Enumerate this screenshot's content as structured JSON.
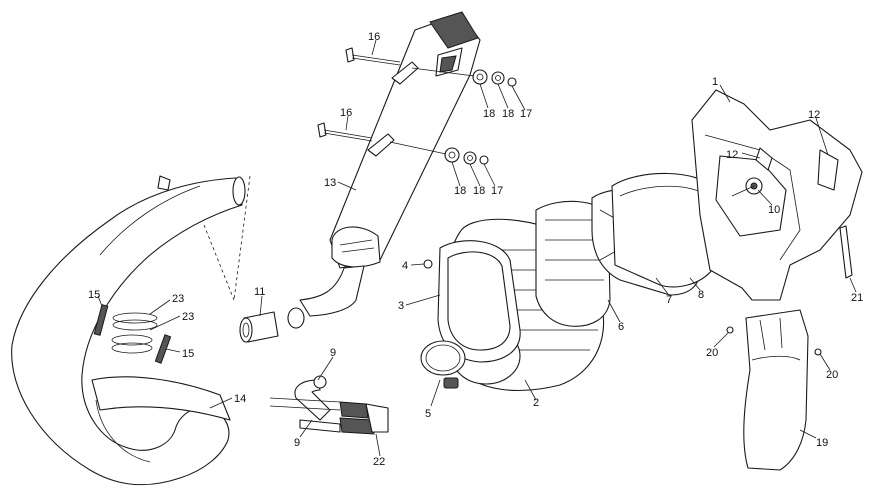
{
  "callouts": {
    "c1": "1",
    "c2": "2",
    "c3": "3",
    "c4": "4",
    "c5": "5",
    "c6": "6",
    "c7": "7",
    "c8": "8",
    "c9a": "9",
    "c9b": "9",
    "c10": "10",
    "c11": "11",
    "c12a": "12",
    "c12b": "12",
    "c13": "13",
    "c14": "14",
    "c15a": "15",
    "c15b": "15",
    "c16a": "16",
    "c16b": "16",
    "c17a": "17",
    "c17b": "17",
    "c18a": "18",
    "c18b": "18",
    "c18c": "18",
    "c18d": "18",
    "c19": "19",
    "c20a": "20",
    "c20b": "20",
    "c21": "21",
    "c22": "22",
    "c23a": "23",
    "c23b": "23"
  }
}
